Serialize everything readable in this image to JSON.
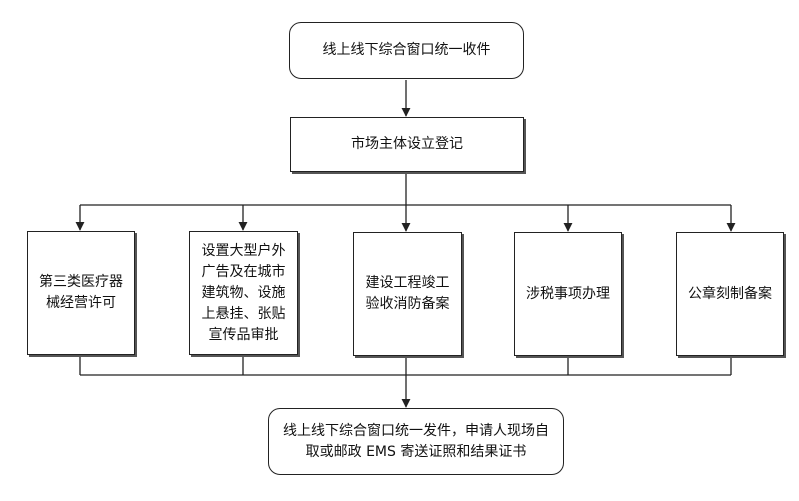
{
  "nodes": {
    "top": "线上线下综合窗口统一收件",
    "registration": "市场主体设立登记",
    "branch_1": "第三类医疗器械经营许可",
    "branch_2": "设置大型户外广告及在城市建筑物、设施上悬挂、张贴宣传品审批",
    "branch_3": "建设工程竣工验收消防备案",
    "branch_4": "涉税事项办理",
    "branch_5": "公章刻制备案",
    "bottom": "线上线下综合窗口统一发件，申请人现场自取或邮政 EMS 寄送证照和结果证书"
  }
}
